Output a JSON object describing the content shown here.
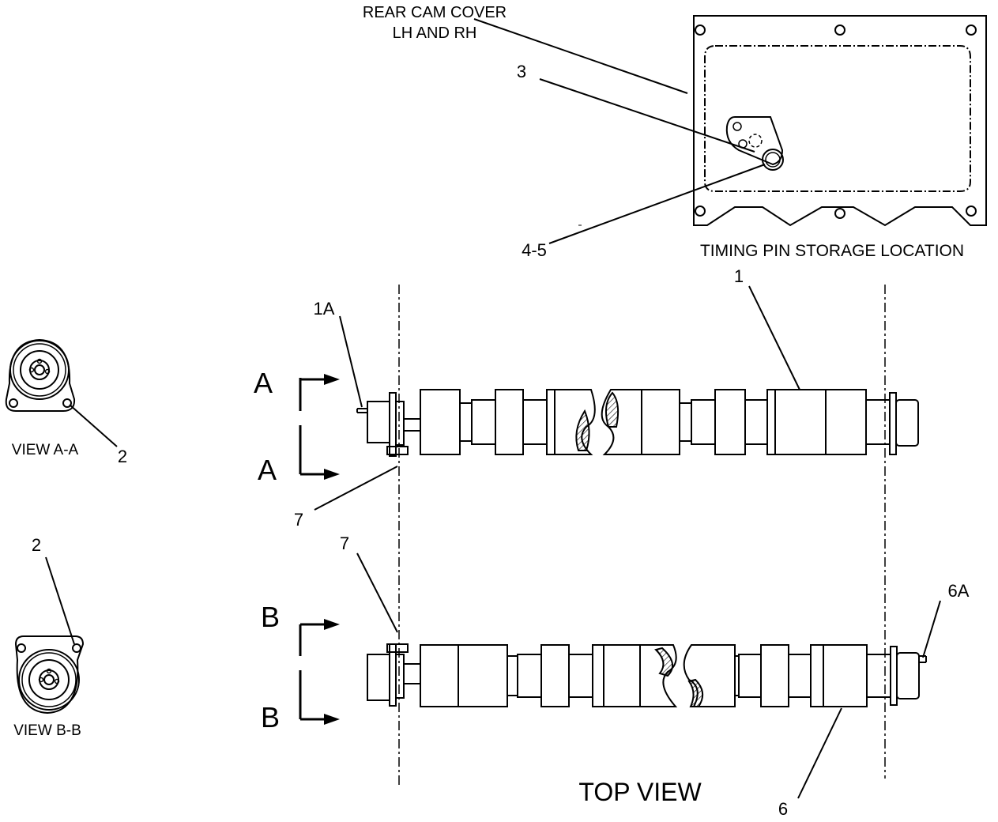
{
  "cover": {
    "title_line1": "REAR CAM COVER",
    "title_line2": "LH AND RH",
    "caption": "TIMING PIN STORAGE LOCATION",
    "callout_3": "3",
    "callout_4_5": "4-5"
  },
  "main": {
    "callout_1": "1",
    "callout_1A": "1A",
    "callout_7_upper": "7",
    "callout_7_lower": "7",
    "callout_6": "6",
    "callout_6A": "6A",
    "section_A_top": "A",
    "section_A_bottom": "A",
    "section_B_top": "B",
    "section_B_bottom": "B",
    "caption": "TOP VIEW"
  },
  "view_a": {
    "caption": "VIEW A-A",
    "callout": "2"
  },
  "view_b": {
    "caption": "VIEW B-B",
    "callout": "2"
  },
  "colors": {
    "line": "#000000",
    "background": "#ffffff"
  }
}
